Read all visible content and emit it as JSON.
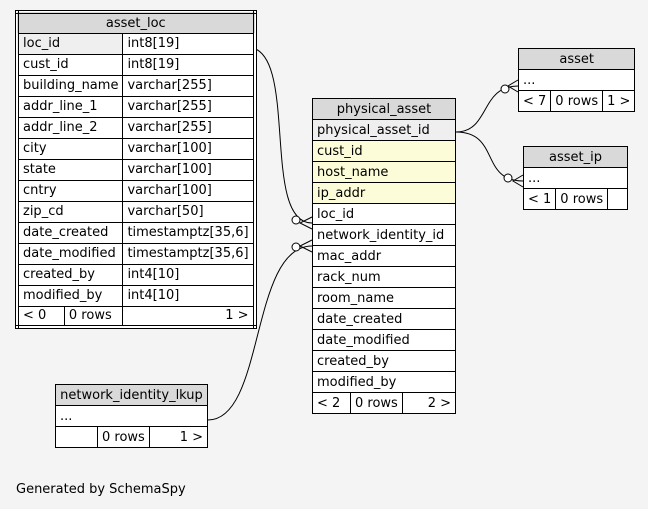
{
  "asset_loc": {
    "name": "asset_loc",
    "columns": [
      {
        "name": "loc_id",
        "type": "int8[19]"
      },
      {
        "name": "cust_id",
        "type": "int8[19]"
      },
      {
        "name": "building_name",
        "type": "varchar[255]"
      },
      {
        "name": "addr_line_1",
        "type": "varchar[255]"
      },
      {
        "name": "addr_line_2",
        "type": "varchar[255]"
      },
      {
        "name": "city",
        "type": "varchar[100]"
      },
      {
        "name": "state",
        "type": "varchar[100]"
      },
      {
        "name": "cntry",
        "type": "varchar[100]"
      },
      {
        "name": "zip_cd",
        "type": "varchar[50]"
      },
      {
        "name": "date_created",
        "type": "timestamptz[35,6]"
      },
      {
        "name": "date_modified",
        "type": "timestamptz[35,6]"
      },
      {
        "name": "created_by",
        "type": "int4[10]"
      },
      {
        "name": "modified_by",
        "type": "int4[10]"
      }
    ],
    "footer": {
      "parents": "< 0",
      "rows": "0 rows",
      "children": "1 >"
    }
  },
  "physical_asset": {
    "name": "physical_asset",
    "columns": [
      "physical_asset_id",
      "cust_id",
      "host_name",
      "ip_addr",
      "loc_id",
      "network_identity_id",
      "mac_addr",
      "rack_num",
      "room_name",
      "date_created",
      "date_modified",
      "created_by",
      "modified_by"
    ],
    "footer": {
      "parents": "< 2",
      "rows": "0 rows",
      "children": "2 >"
    }
  },
  "asset": {
    "name": "asset",
    "ellipsis": "...",
    "footer": {
      "parents": "< 7",
      "rows": "0 rows",
      "children": "1 >"
    }
  },
  "asset_ip": {
    "name": "asset_ip",
    "ellipsis": "...",
    "footer": {
      "parents": "< 1",
      "rows": "0 rows",
      "children": ""
    }
  },
  "network_identity_lkup": {
    "name": "network_identity_lkup",
    "ellipsis": "...",
    "footer": {
      "parents": "",
      "rows": "0 rows",
      "children": "1 >"
    }
  },
  "footer_text": "Generated by SchemaSpy",
  "colors": {
    "header": "#d9d9d9",
    "primary_key": "#efefef",
    "highlight": "#fcfcd8",
    "background": "#f4f4f4"
  }
}
